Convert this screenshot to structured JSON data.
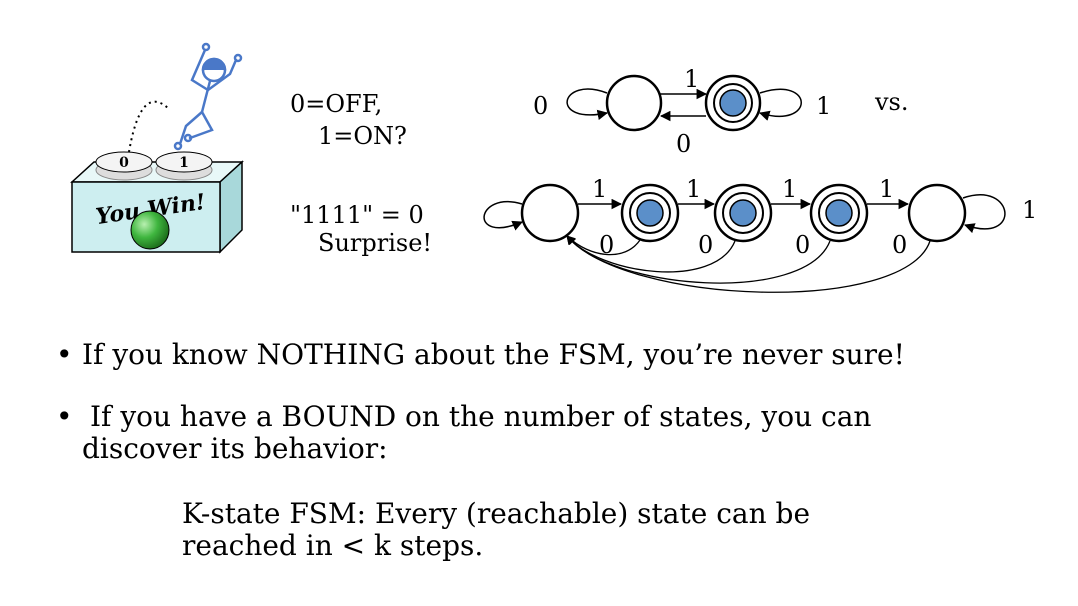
{
  "illustration": {
    "button_left": "0",
    "button_right": "1",
    "win_text": "You Win!"
  },
  "labels": {
    "offon_line1": "0=OFF,",
    "offon_line2": "1=ON?",
    "code_line1": "\"1111\" =  0",
    "code_line2": "Surprise!"
  },
  "fsm_simple": {
    "self_loop_left": "0",
    "arrow_to_right": "1",
    "arrow_back": "0",
    "self_loop_right": "1",
    "vs": "vs."
  },
  "fsm_chain": {
    "transitions_forward": [
      "1",
      "1",
      "1",
      "1"
    ],
    "transitions_back": [
      "0",
      "0",
      "0",
      "0"
    ],
    "self_loop_end": "1"
  },
  "colors": {
    "accepting_fill": "#5b8fc9",
    "box_fill": "#cdeef0",
    "win_ball": "#3fb63f",
    "stick_figure": "#4a78c8"
  },
  "bullets": [
    "If you know NOTHING about the FSM, you’re never sure!",
    "If you have a BOUND on the number of states, you can",
    "discover its behavior:"
  ],
  "indented": {
    "line1": "K-state FSM: Every (reachable) state can be",
    "line2": "reached in < k steps."
  }
}
